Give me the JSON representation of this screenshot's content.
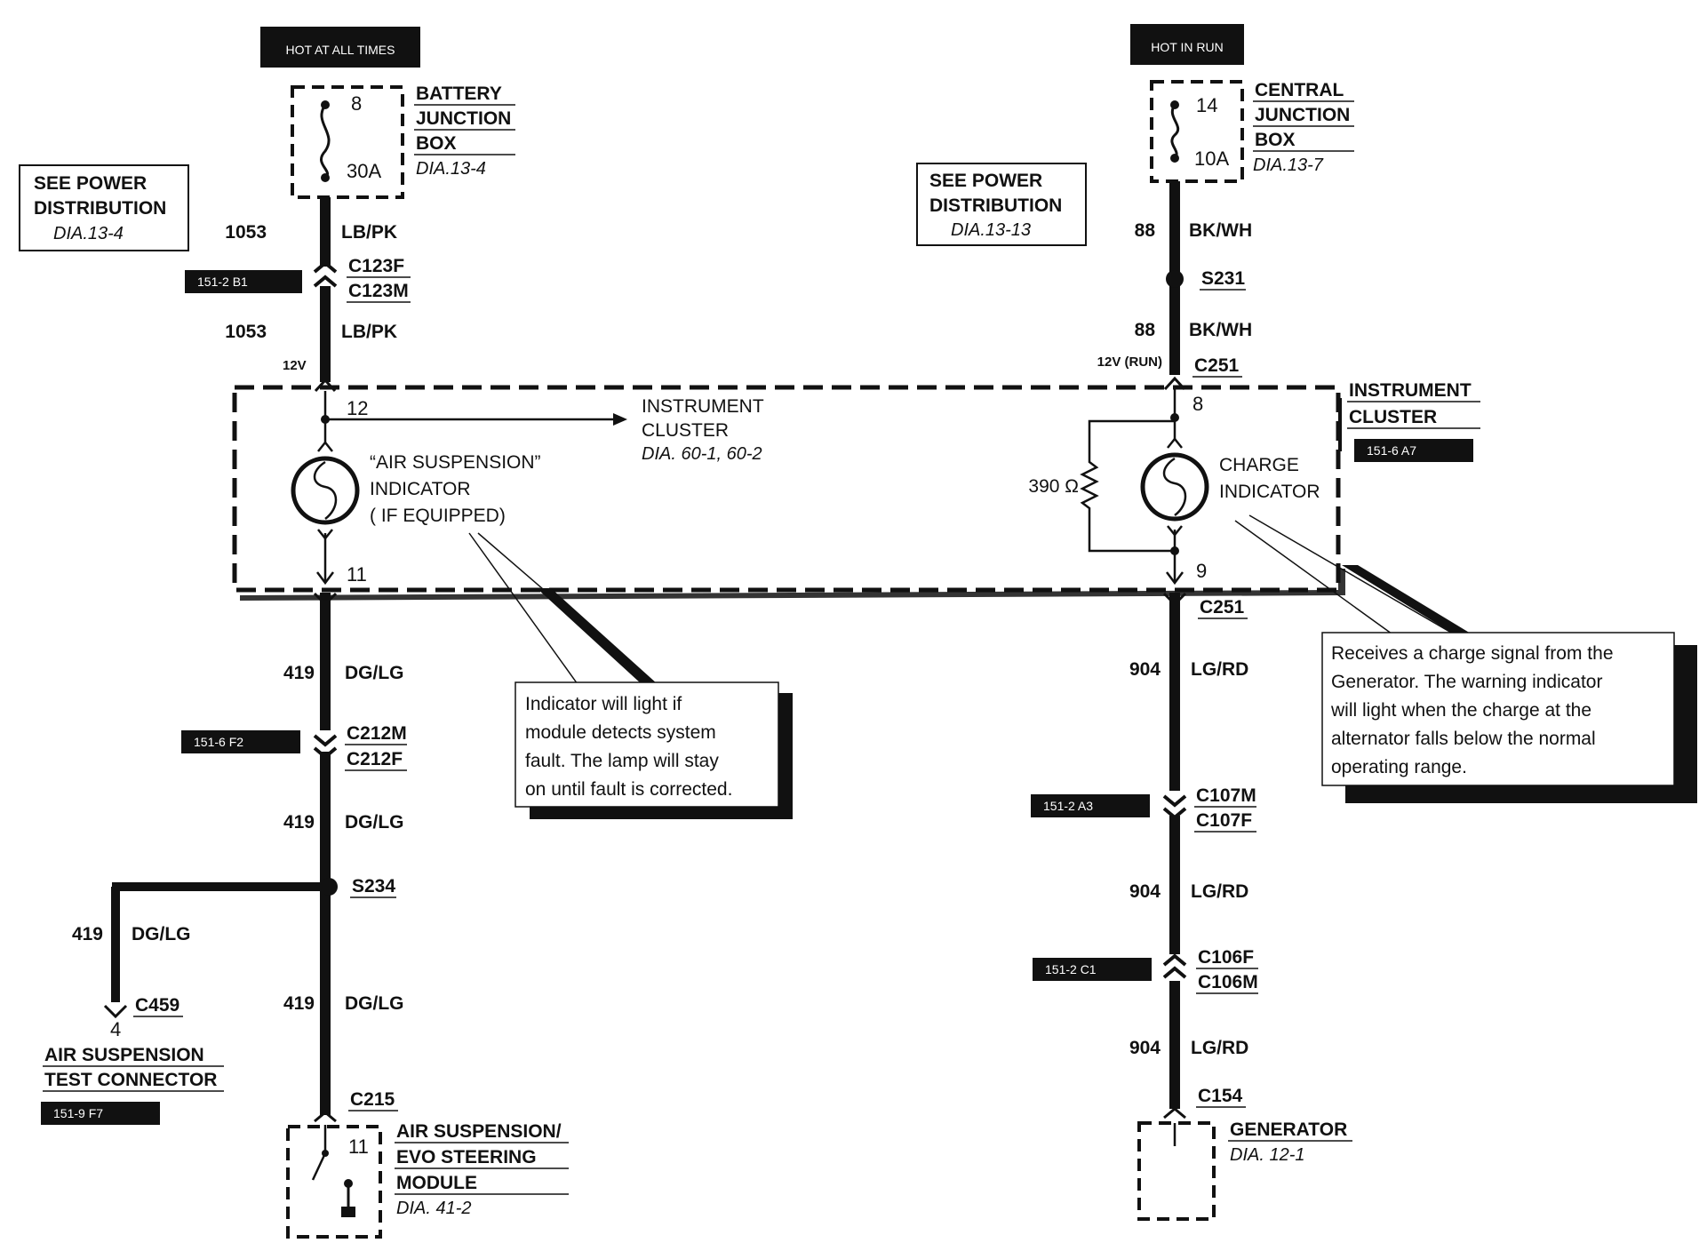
{
  "tags": {
    "hot_at_all_times": "HOT AT ALL TIMES",
    "hot_in_run": "HOT IN RUN"
  },
  "left": {
    "fuse_num": "8",
    "fuse_amp": "30A",
    "battery_box": [
      "BATTERY",
      "JUNCTION",
      "BOX"
    ],
    "battery_box_dia": "DIA.13-4",
    "see_power": [
      "SEE POWER",
      "DISTRIBUTION"
    ],
    "see_power_dia": "DIA.13-4",
    "wire_1053": "1053",
    "color_lbpk": "LB/PK",
    "c123f": "C123F",
    "c123m": "C123M",
    "ref_151_2_b1": "151-2 B1",
    "v12": "12V",
    "pin12": "12",
    "pin11": "11",
    "air_indicator": [
      "“AIR SUSPENSION”",
      "INDICATOR",
      "( IF EQUIPPED)"
    ],
    "wire_419": "419",
    "color_dglg": "DG/LG",
    "c212m": "C212M",
    "c212f": "C212F",
    "ref_151_6_f2": "151-6 F2",
    "s234": "S234",
    "c459": "C459",
    "pin4": "4",
    "test_connector": [
      "AIR SUSPENSION",
      "TEST CONNECTOR"
    ],
    "ref_151_9_f7": "151-9 F7",
    "c215": "C215",
    "module_pin": "11",
    "module": [
      "AIR SUSPENSION/",
      "EVO STEERING",
      "MODULE"
    ],
    "module_dia": "DIA. 41-2"
  },
  "cluster": {
    "label": [
      "INSTRUMENT",
      "CLUSTER"
    ],
    "dia": "DIA. 60-1, 60-2",
    "right_label": [
      "INSTRUMENT",
      "CLUSTER"
    ],
    "ref_151_6_a7": "151-6 A7"
  },
  "note_left": [
    "Indicator will light if",
    "module detects system",
    "fault.  The lamp will stay",
    "on until fault is corrected."
  ],
  "note_right": [
    "Receives a charge signal from the",
    "Generator. The warning indicator",
    "will light when the charge at the",
    "alternator falls below the normal",
    "operating range."
  ],
  "right": {
    "fuse_num": "14",
    "fuse_amp": "10A",
    "central_box": [
      "CENTRAL",
      "JUNCTION",
      "BOX"
    ],
    "central_box_dia": "DIA.13-7",
    "see_power": [
      "SEE POWER",
      "DISTRIBUTION"
    ],
    "see_power_dia": "DIA.13-13",
    "wire_88": "88",
    "color_bkwh": "BK/WH",
    "s231": "S231",
    "v12run": "12V (RUN)",
    "c251": "C251",
    "pin8": "8",
    "pin9": "9",
    "resistor": "390 Ω",
    "charge_indicator": [
      "CHARGE",
      "INDICATOR"
    ],
    "wire_904": "904",
    "color_lgrd": "LG/RD",
    "c107m": "C107M",
    "c107f": "C107F",
    "ref_151_2_a3": "151-2 A3",
    "c106f": "C106F",
    "c106m": "C106M",
    "ref_151_2_c1": "151-2 C1",
    "c154": "C154",
    "generator": "GENERATOR",
    "generator_dia": "DIA. 12-1"
  }
}
